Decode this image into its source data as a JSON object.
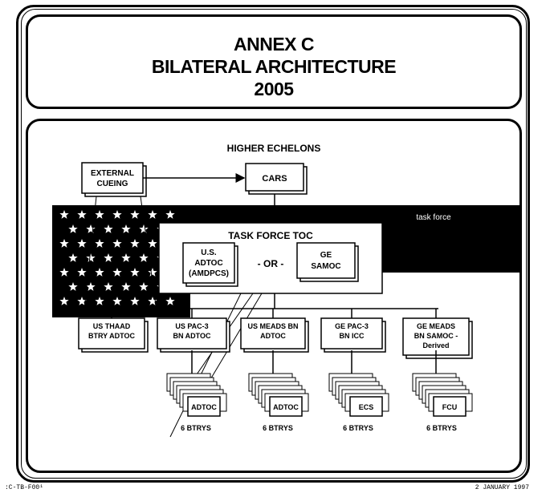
{
  "header": {
    "line1": "ANNEX C",
    "line2": "BILATERAL ARCHITECTURE",
    "line3": "2005"
  },
  "diagram": {
    "higher_echelons": "HIGHER ECHELONS",
    "external_cueing": [
      "EXTERNAL",
      "CUEING"
    ],
    "cars": "CARS",
    "task_force_toc": "TASK FORCE TOC",
    "us_adtoc": [
      "U.S.",
      "ADTOC",
      "(AMDPCS)"
    ],
    "or_label": "- OR -",
    "ge_samoc": [
      "GE",
      "SAMOC"
    ],
    "flag_label": "task force",
    "battalions": [
      {
        "lines": [
          "US THAAD",
          "BTRY ADTOC"
        ]
      },
      {
        "lines": [
          "US PAC-3",
          "BN ADTOC"
        ]
      },
      {
        "lines": [
          "US MEADS BN",
          "ADTOC"
        ]
      },
      {
        "lines": [
          "GE PAC-3",
          "BN ICC"
        ]
      },
      {
        "lines": [
          "GE MEADS",
          "BN SAMOC -",
          "Derived"
        ]
      }
    ],
    "batteries": [
      {
        "box": "ADTOC",
        "count": "6 BTRYS"
      },
      {
        "box": "ADTOC",
        "count": "6 BTRYS"
      },
      {
        "box": "ECS",
        "count": "6 BTRYS"
      },
      {
        "box": "FCU",
        "count": "6 BTRYS"
      }
    ]
  },
  "footer": {
    "left": ":C-TB-F00¹",
    "right": "2 JANUARY 1997"
  }
}
